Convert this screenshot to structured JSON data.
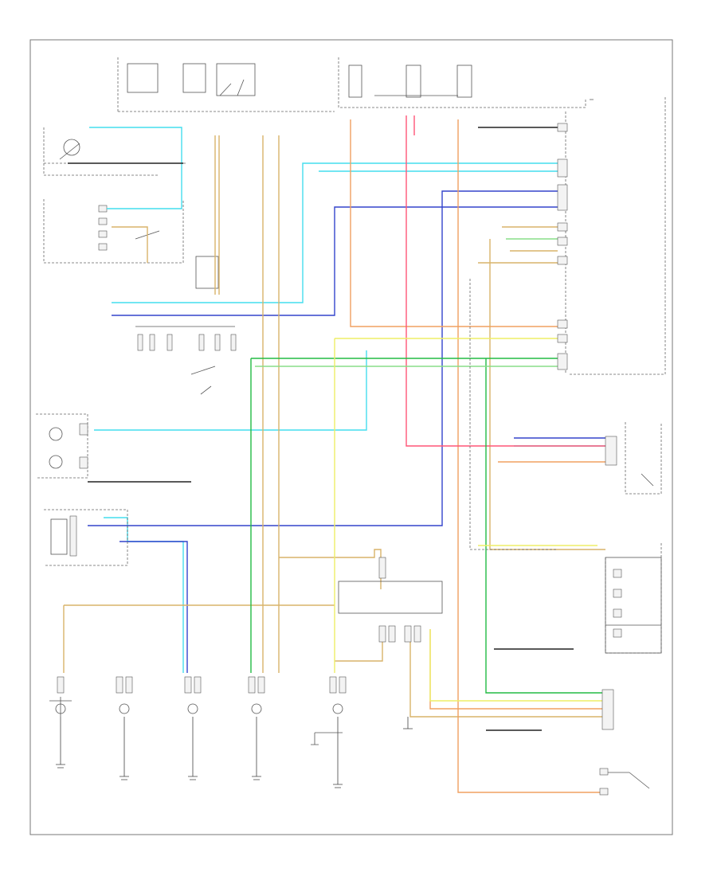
{
  "diagram": {
    "footer_left": "",
    "footer_right": "",
    "colors": {
      "light_blue": "#44ddee",
      "dark_blue": "#3344cc",
      "tan": "#d9b36a",
      "orange": "#f0a060",
      "pink": "#ff5577",
      "green": "#22bb44",
      "light_green": "#88dd88",
      "yellow": "#eeee66",
      "black": "#222222",
      "frame": "#777777"
    },
    "labels": [
      {
        "id": "hot-run-1",
        "text": ""
      },
      {
        "id": "underhood-fuse-relay",
        "text": ""
      },
      {
        "id": "hot-run-2",
        "text": ""
      },
      {
        "id": "hot-accy",
        "text": ""
      },
      {
        "id": "hot-all-times",
        "text": ""
      },
      {
        "id": "headlamp-switch",
        "text": ""
      },
      {
        "id": "body-control-module",
        "text": ""
      },
      {
        "id": "hazard-switch",
        "text": ""
      },
      {
        "id": "flasher",
        "text": ""
      },
      {
        "id": "instrument-panel-cluster",
        "text": ""
      },
      {
        "id": "turn-signal-multifunction-switch",
        "text": ""
      },
      {
        "id": "brake-pedal-position-switch",
        "text": ""
      },
      {
        "id": "trailer-connector",
        "text": ""
      },
      {
        "id": "left-front-turn-lamp",
        "text": ""
      },
      {
        "id": "right-front-turn-lamp",
        "text": ""
      },
      {
        "id": "left-rear-turn-lamp",
        "text": ""
      },
      {
        "id": "right-rear-turn-lamp",
        "text": ""
      },
      {
        "id": "trailer-module",
        "text": ""
      },
      {
        "id": "hazard-lamp-indicator",
        "text": ""
      },
      {
        "id": "stop-lamp-switch",
        "text": ""
      },
      {
        "id": "ground",
        "text": ""
      }
    ]
  }
}
